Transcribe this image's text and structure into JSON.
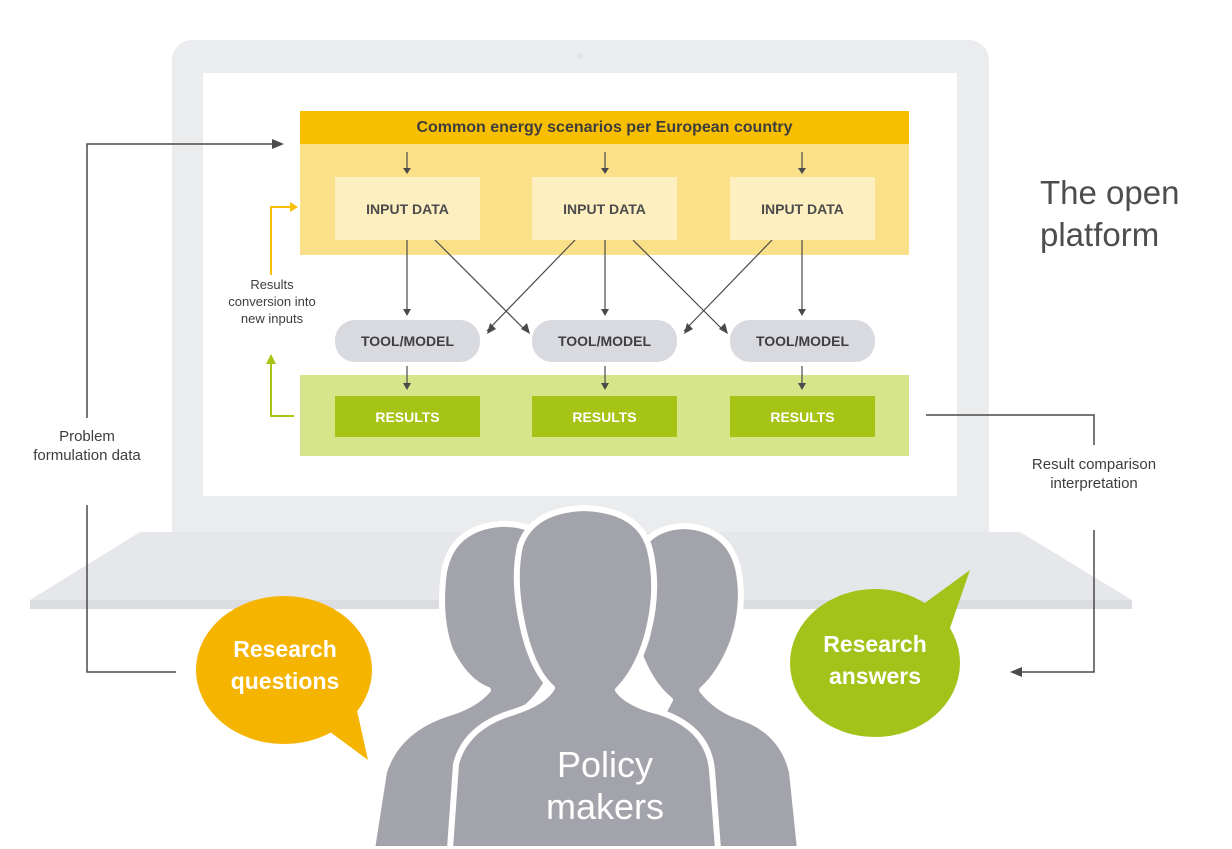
{
  "platform": {
    "banner": "Common energy scenarios per European country",
    "input_labels": [
      "INPUT DATA",
      "INPUT DATA",
      "INPUT DATA"
    ],
    "tool_labels": [
      "TOOL/MODEL",
      "TOOL/MODEL",
      "TOOL/MODEL"
    ],
    "result_labels": [
      "RESULTS",
      "RESULTS",
      "RESULTS"
    ],
    "loop_label": "Results conversion into new inputs"
  },
  "side_title": "The open platform",
  "left_flow_label": "Problem formulation data",
  "right_flow_label": "Result comparison interpretation",
  "bubbles": {
    "questions": "Research questions",
    "answers": "Research answers"
  },
  "audience_label": "Policy makers",
  "colors": {
    "banner_yellow": "#f7bf00",
    "input_band": "#fbe08a",
    "input_box": "#fdefc0",
    "results_band": "#d6e58a",
    "results_box": "#a5c415",
    "tool_pill": "#d9dadf",
    "laptop_frame": "#ebecee",
    "people": "#a3a3ab",
    "question_bubble": "#f5b400",
    "answer_bubble": "#a4c31a"
  }
}
